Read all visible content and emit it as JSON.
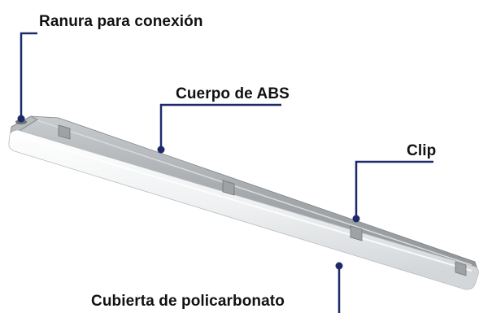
{
  "labels": {
    "ranura": "Ranura para conexión",
    "cuerpo": "Cuerpo de ABS",
    "clip": "Clip",
    "cubierta": "Cubierta de policarbonato"
  },
  "colors": {
    "leader_line": "#1f2a6b",
    "housing": "#a7abae",
    "diffuser": "#f1f3f4",
    "clip": "#9ea2a5"
  }
}
